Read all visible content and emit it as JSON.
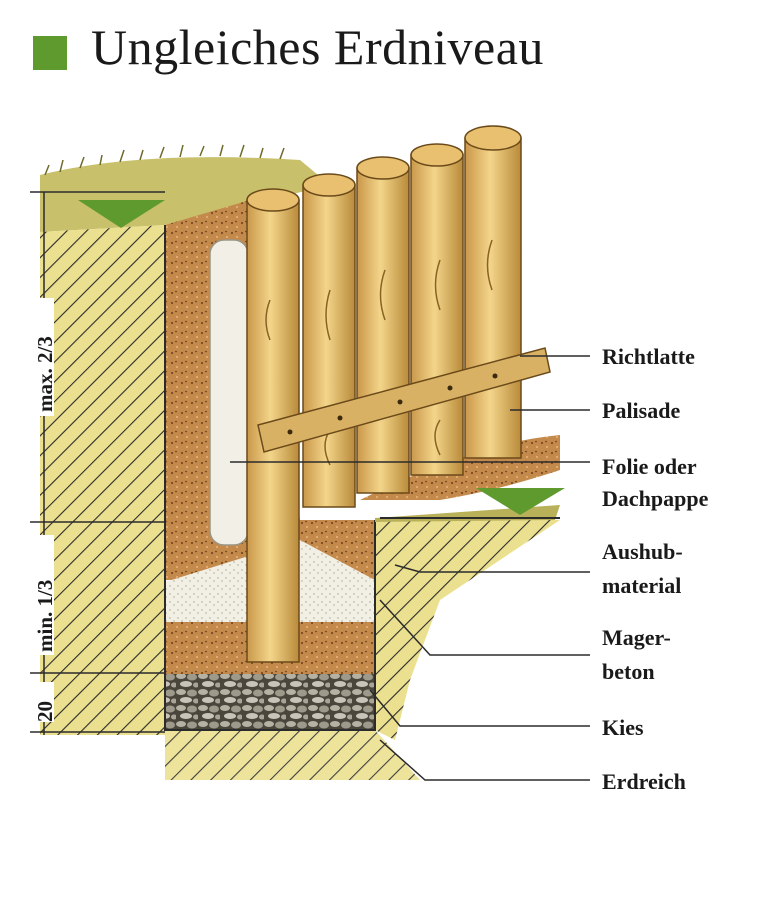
{
  "title": "Ungleiches Erdniveau",
  "colors": {
    "title_square": "#5f9a2e",
    "level_marker": "#5f9a2e",
    "ground": "#e7dc8a",
    "grass": "#b9b15a",
    "wood": "#e8c26a",
    "wood_dark": "#b98a3a",
    "fill": "#c48a4c",
    "gravel": "#8d8a7c",
    "sand": "#efece0",
    "foil": "#f2efe6"
  },
  "dimensions": {
    "upper": "max. 2/3",
    "middle": "min. 1/3",
    "lower": "20"
  },
  "labels": {
    "richtlatte": "Richtlatte",
    "palisade": "Palisade",
    "folie_line1": "Folie oder",
    "folie_line2": "Dachpappe",
    "aushub_line1": "Aushub-",
    "aushub_line2": "material",
    "mager_line1": "Mager-",
    "mager_line2": "beton",
    "kies": "Kies",
    "erdreich": "Erdreich"
  }
}
